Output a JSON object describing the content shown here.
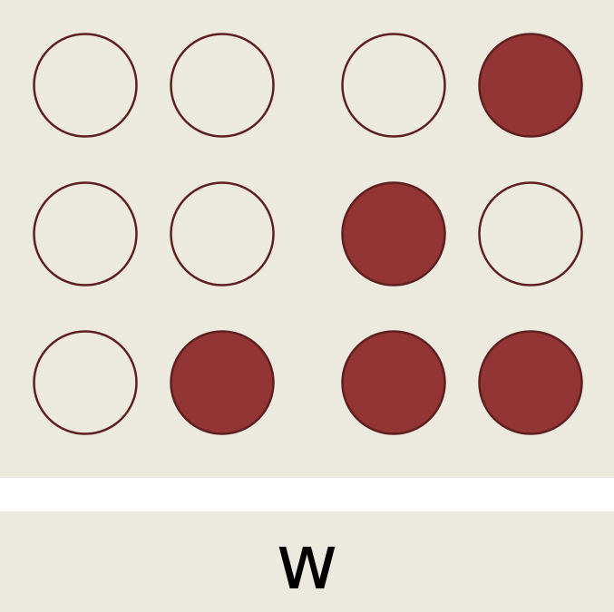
{
  "colors": {
    "background": "#ffffff",
    "panel": "#ece9df",
    "dot_fill": "#933535",
    "dot_stroke": "#5f1f1f",
    "text": "#000000"
  },
  "braille_pattern": {
    "contraction_1": [
      0,
      0,
      0,
      0,
      0,
      1
    ],
    "contraction_2": [
      0,
      1,
      1,
      1,
      0,
      1
    ]
  },
  "answer": {
    "letter": "w"
  }
}
